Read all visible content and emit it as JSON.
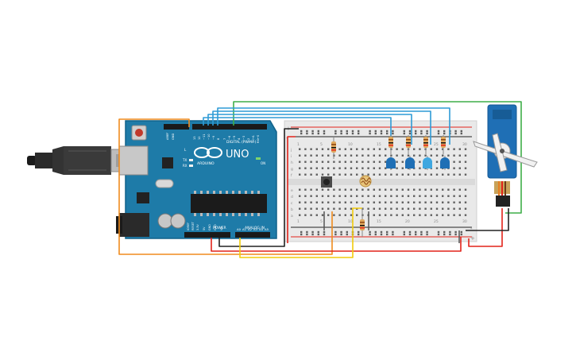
{
  "board": {
    "brand": "UNO",
    "logo_text": "ARDUINO",
    "digital_header": "DIGITAL (PWM~)",
    "power_header": "POWER",
    "analog_header": "ANALOG IN",
    "aref": "AREF",
    "gnd": "GND",
    "on": "ON",
    "tx": "TX",
    "rx": "RX",
    "l": "L",
    "digital_pins": [
      "13",
      "12",
      "~11",
      "~10",
      "~9",
      "8",
      "7",
      "~6",
      "~5",
      "4",
      "~3",
      "2",
      "TX→1",
      "RX←0"
    ],
    "power_pins": [
      "IOREF",
      "RESET",
      "3.3V",
      "5V",
      "GND",
      "GND",
      "Vin"
    ],
    "analog_pins": [
      "A0",
      "A1",
      "A2",
      "A3",
      "A4",
      "A5"
    ]
  },
  "breadboard": {
    "column_numbers": [
      "1",
      "5",
      "10",
      "15",
      "20",
      "25",
      "30"
    ],
    "row_letters_top": [
      "j",
      "i",
      "h",
      "g",
      "f"
    ],
    "row_letters_bottom": [
      "e",
      "d",
      "c",
      "b",
      "a"
    ],
    "rail_plus": "+",
    "rail_minus": "-"
  },
  "components": {
    "led_colors": [
      "#1f6fb5",
      "#1f6fb5",
      "#3fa7e0",
      "#1f6fb5"
    ],
    "wire_colors": {
      "orange": "#f08c1e",
      "green": "#3fae49",
      "blue": "#2e9bd6",
      "red": "#e2231a",
      "black": "#222222",
      "yellow": "#f2cc0c",
      "gray": "#8c8c8c"
    },
    "icons": [
      "usb-cable-icon",
      "servo-icon",
      "photoresistor-icon",
      "pushbutton-icon"
    ]
  }
}
